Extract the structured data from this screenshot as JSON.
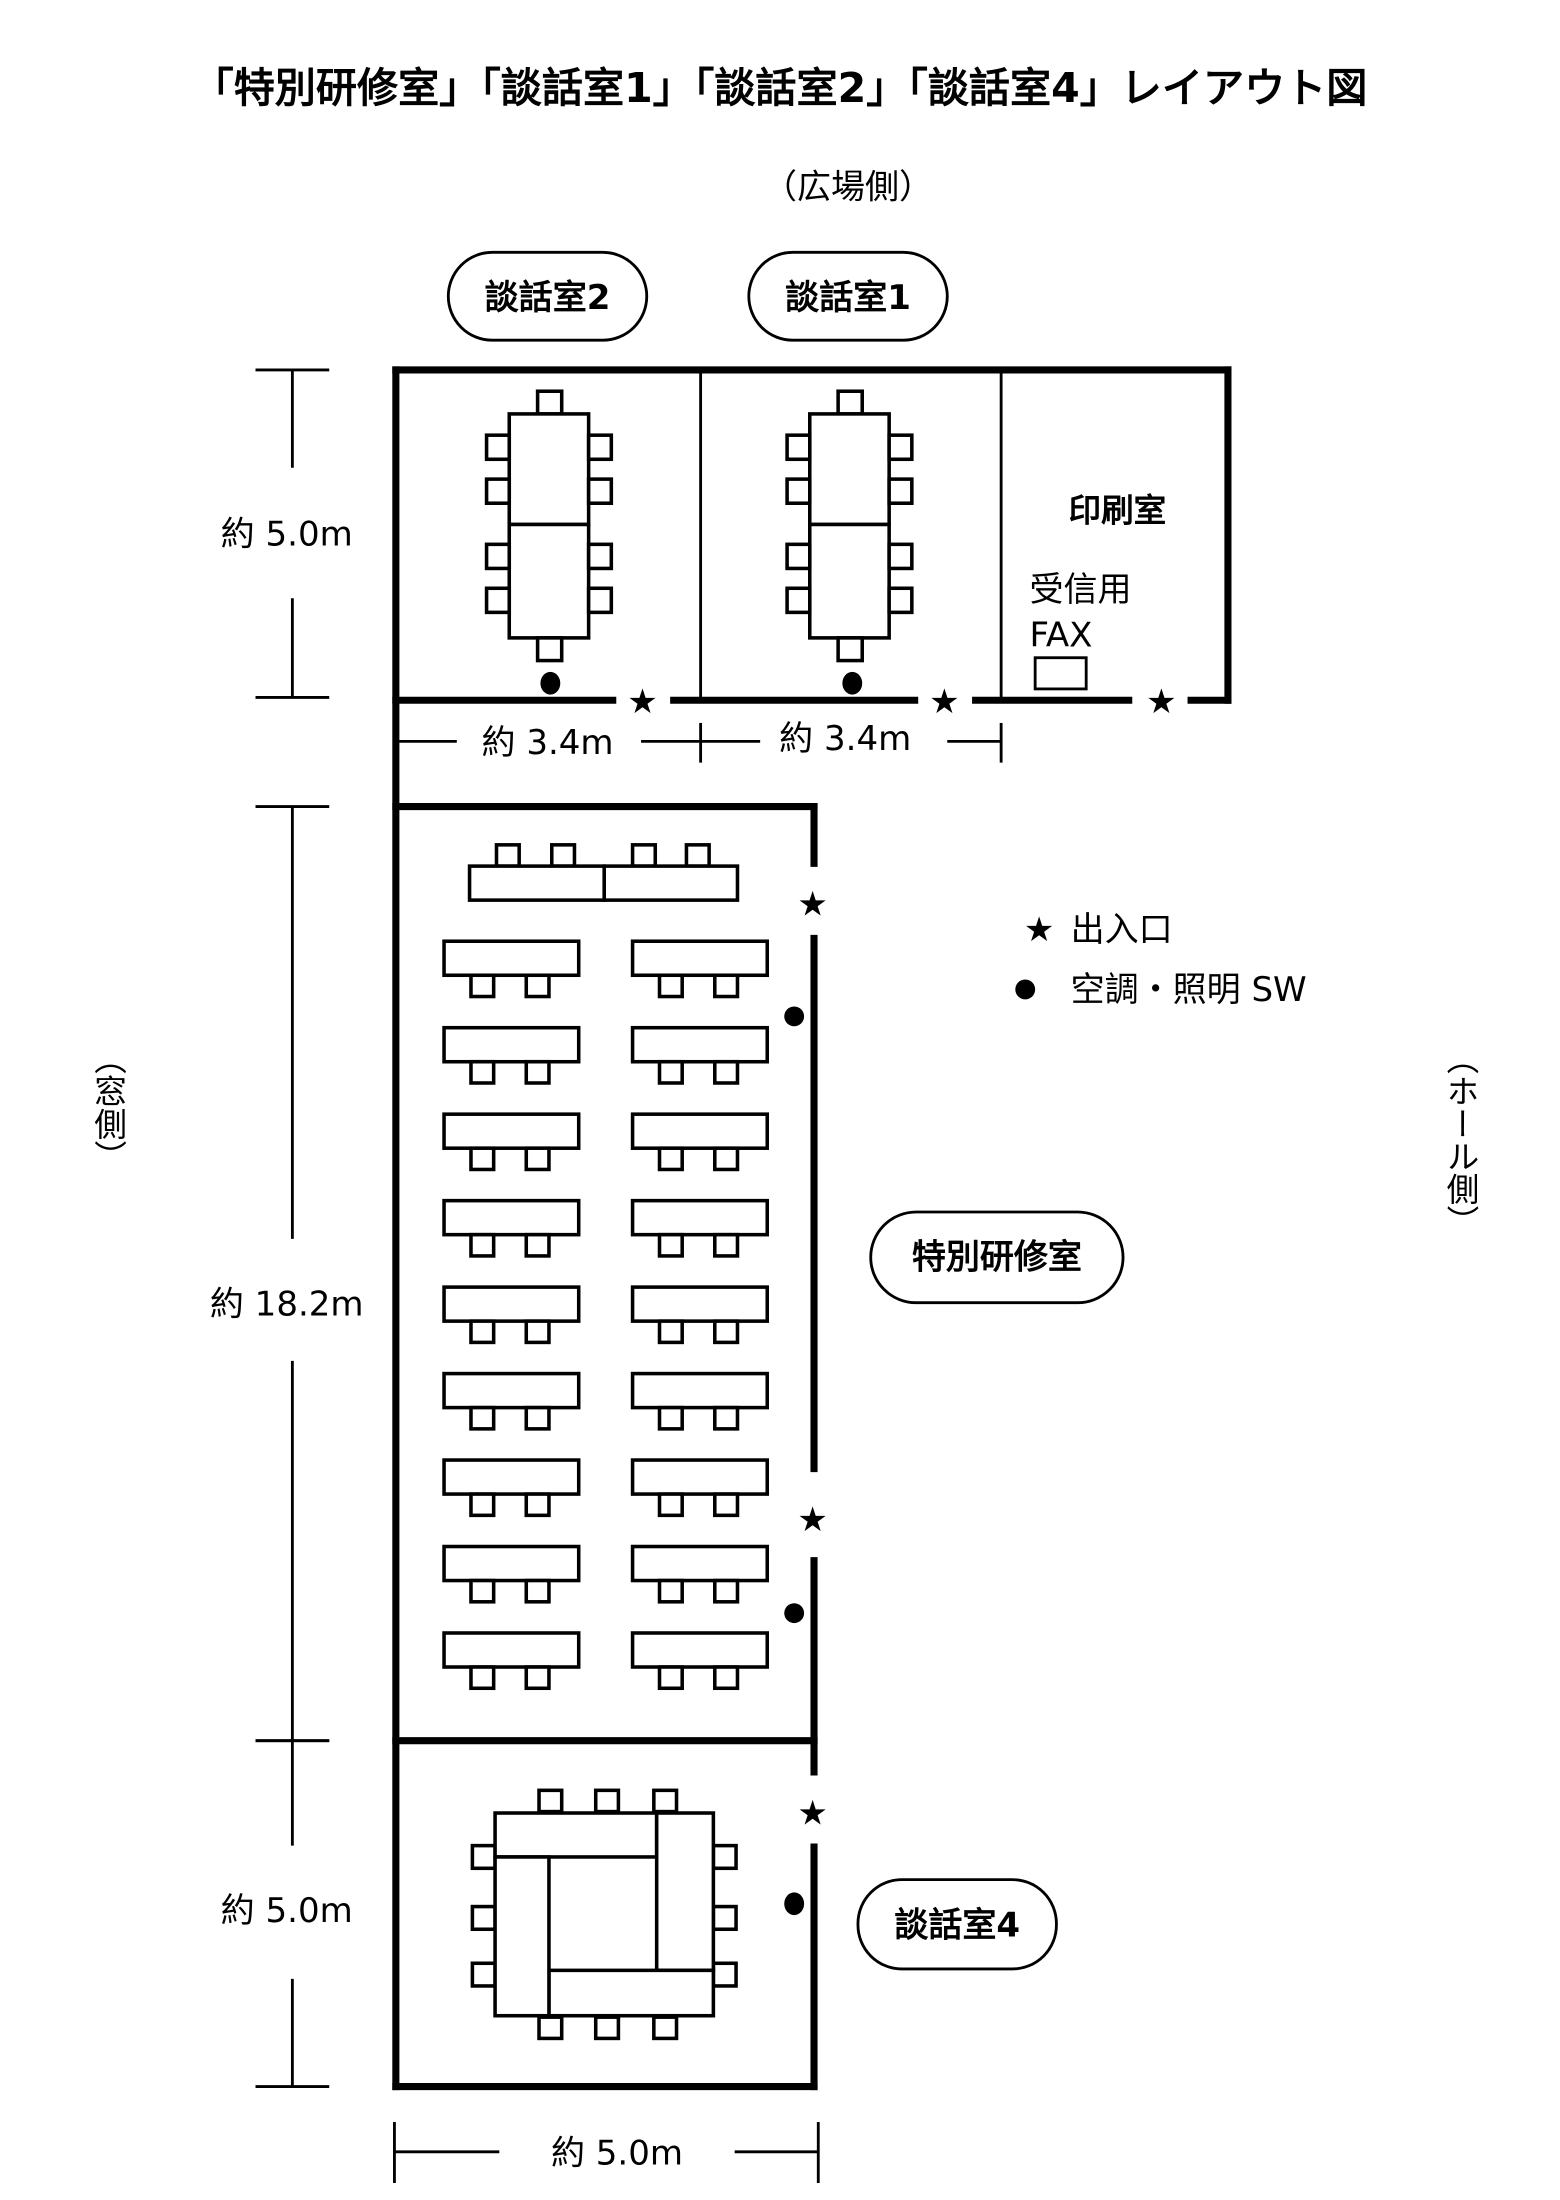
{
  "title": "「特別研修室」「談話室1」「談話室2」「談話室4」レイアウト図",
  "orientation": {
    "top": "（広場側）",
    "left": "（窓側）",
    "right": "（ホール側）"
  },
  "rooms": {
    "room2": "談話室2",
    "room1": "談話室1",
    "print_room": "印刷室",
    "fax_label_1": "受信用",
    "fax_label_2": "FAX",
    "training_room": "特別研修室",
    "room4": "談話室4"
  },
  "dimensions": {
    "upper_height": "約 5.0m",
    "room2_width": "約 3.4m",
    "room1_width": "約 3.4m",
    "training_height": "約 18.2m",
    "room4_height": "約 5.0m",
    "bottom_width": "約 5.0m"
  },
  "legend": {
    "entrance_symbol": "★",
    "entrance_label": "出入口",
    "switch_symbol": "●",
    "switch_label": "空調・照明 SW"
  },
  "markers": {
    "star": "★"
  }
}
